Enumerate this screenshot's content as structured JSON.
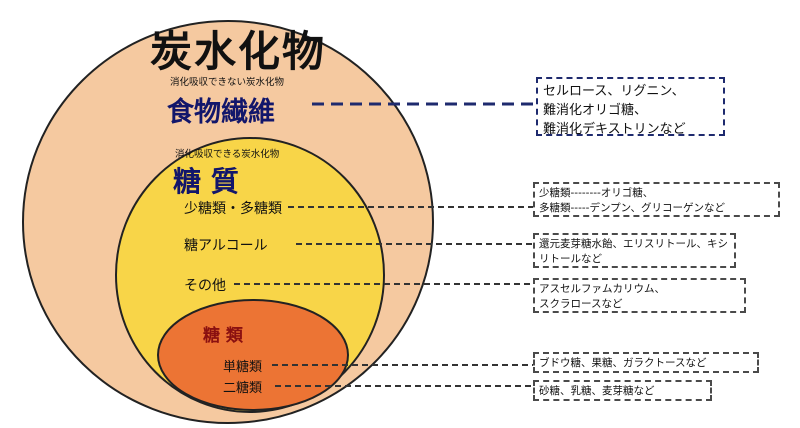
{
  "outer": {
    "title": "炭水化物",
    "fiber_note": "消化吸収できない炭水化物",
    "fiber_title": "食物繊維"
  },
  "middle": {
    "note": "消化吸収できる炭水化物",
    "title": "糖 質",
    "items": [
      "少糖類・多糖類",
      "糖アルコール",
      "その他"
    ]
  },
  "inner": {
    "title": "糖 類",
    "items": [
      "単糖類",
      "二糖類"
    ]
  },
  "boxes": {
    "fiber": "セルロース、リグニン、\n難消化オリゴ糖、\n難消化デキストリンなど",
    "oligo": "少糖類--------オリゴ糖、\n多糖類-----デンプン、グリコーゲンなど",
    "alcohol": "還元麦芽糖水飴、エリスリトール、キシ\nリトールなど",
    "other": "アスセルファムカリウム、\nスクラロースなど",
    "mono": "ブドウ糖、果糖、ガラクトースなど",
    "di": "砂糖、乳糖、麦芽糖など"
  },
  "colors": {
    "outer_fill": "#f5c9a0",
    "middle_fill": "#f8d548",
    "inner_fill": "#ec7434",
    "fiber_title": "#12166b",
    "sugar_title": "#12166b",
    "inner_title": "#8a1010"
  }
}
